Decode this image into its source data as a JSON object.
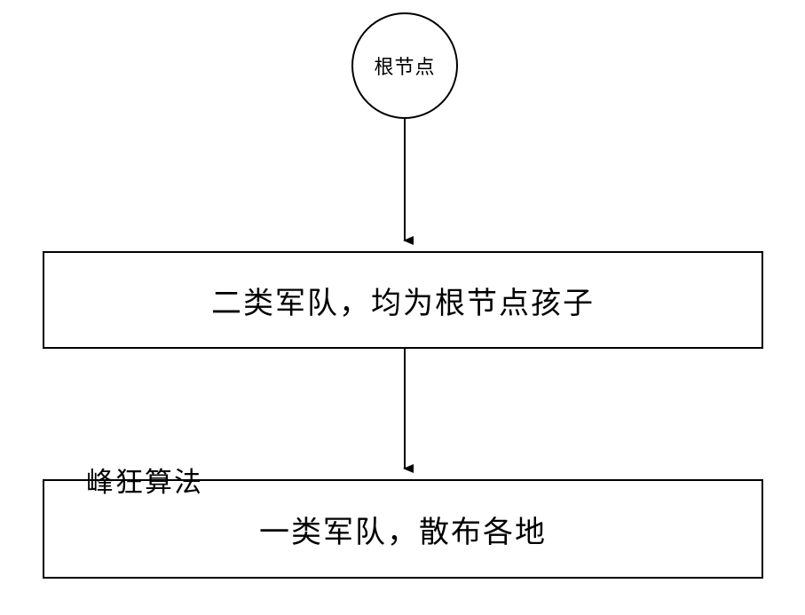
{
  "diagram": {
    "root_node_label": "根节点",
    "box1_label": "二类军队，均为根节点孩子",
    "box2_label": "一类军队，散布各地",
    "watermark_label": "峰狂算法",
    "colors": {
      "stroke": "#000000",
      "background": "#ffffff",
      "text": "#000000"
    }
  }
}
